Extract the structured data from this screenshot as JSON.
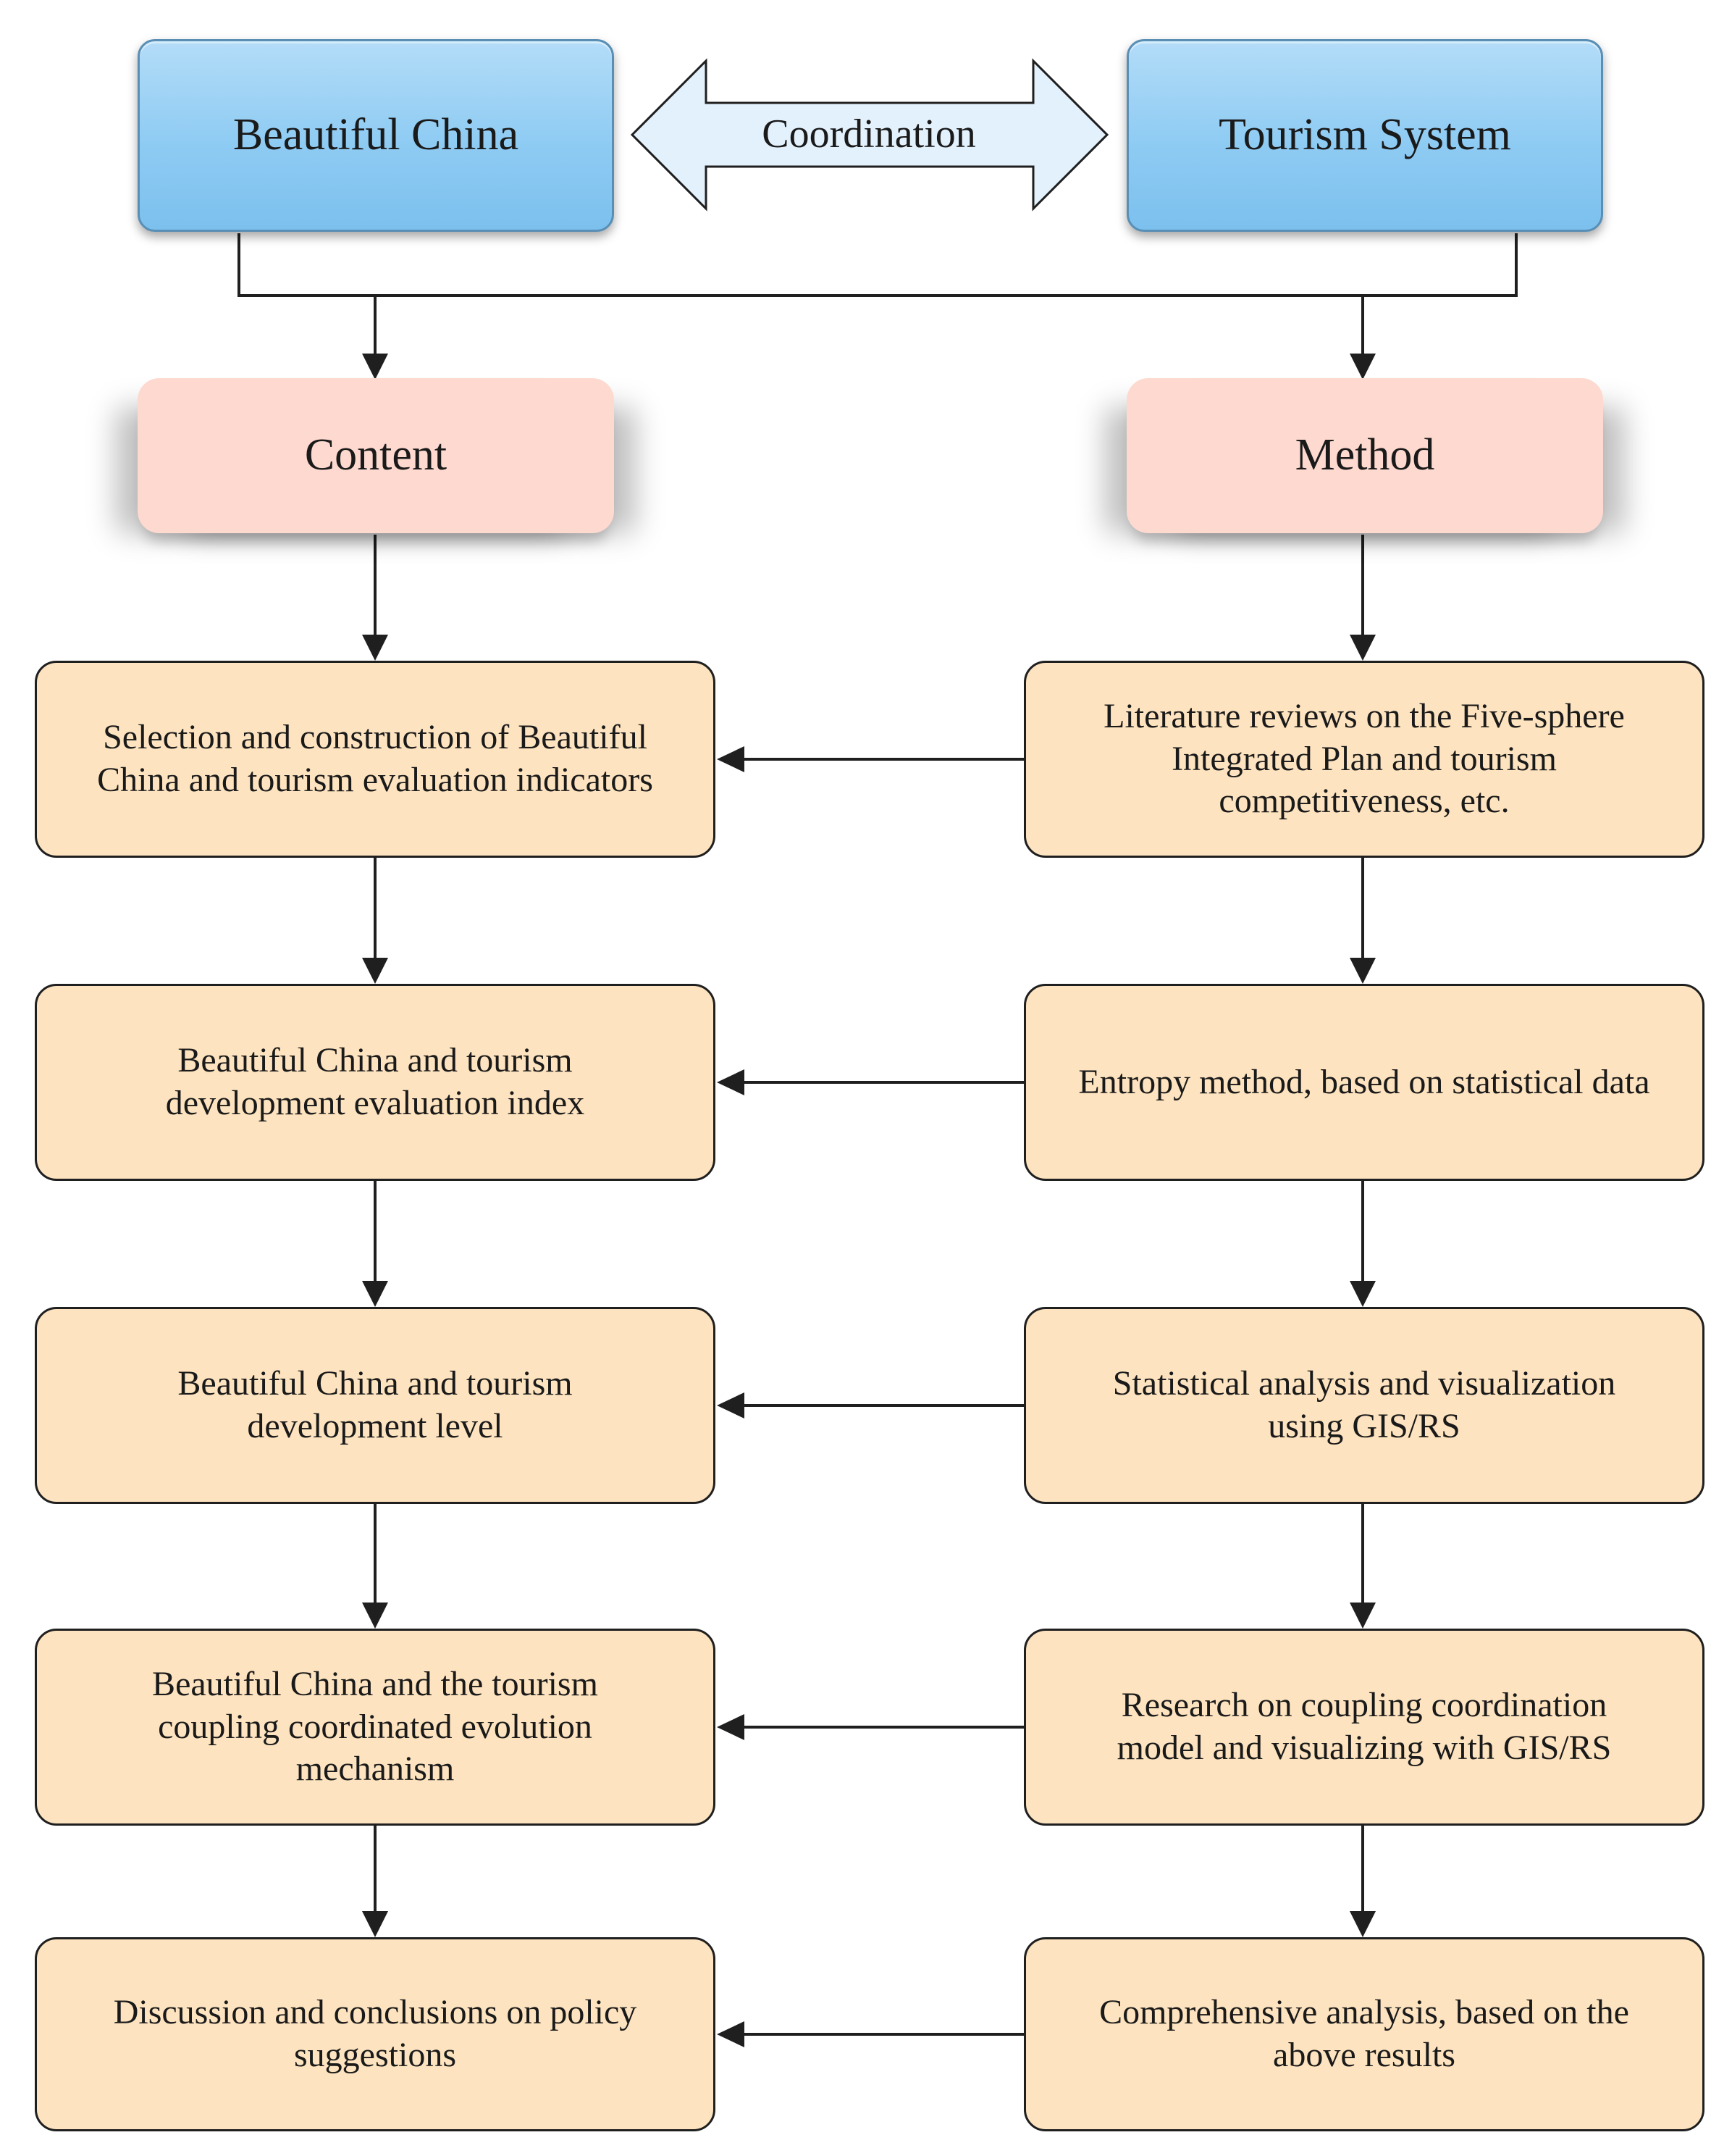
{
  "top": {
    "left_label": "Beautiful China",
    "right_label": "Tourism System",
    "coordination_label": "Coordination"
  },
  "sections": {
    "left": "Content",
    "right": "Method"
  },
  "content_steps": [
    "Selection and construction of Beautiful\nChina and tourism evaluation indicators",
    "Beautiful China and tourism\ndevelopment evaluation index",
    "Beautiful China and tourism\ndevelopment level",
    "Beautiful China and the tourism\ncoupling coordinated evolution\nmechanism",
    "Discussion and conclusions on policy\nsuggestions"
  ],
  "method_steps": [
    "Literature reviews on the Five-sphere\nIntegrated Plan and tourism\ncompetitiveness, etc.",
    "Entropy method, based on statistical data",
    "Statistical analysis and visualization\nusing GIS/RS",
    "Research on coupling coordination\nmodel and visualizing with GIS/RS",
    "Comprehensive analysis, based on the\nabove results"
  ],
  "colors": {
    "top_box": "#8ecbf3",
    "coordination_arrow": "#e3f1fc",
    "section_box": "#fdd9cf",
    "step_box": "#fde3bf",
    "line": "#1f1f1f"
  }
}
